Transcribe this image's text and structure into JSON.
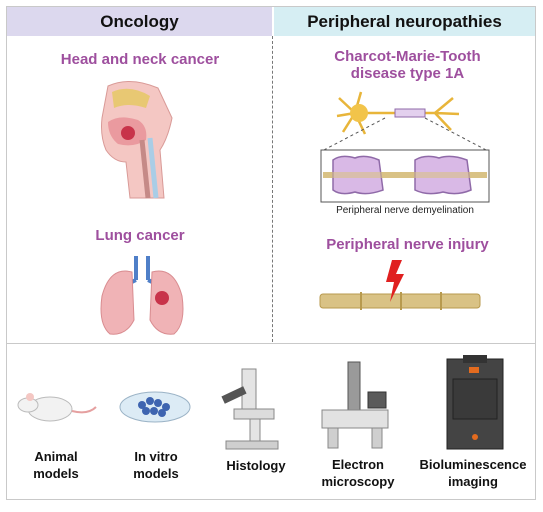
{
  "headers": {
    "oncology": "Oncology",
    "neuropathies": "Peripheral neuropathies"
  },
  "oncology": {
    "head_neck": "Head and neck cancer",
    "lung": "Lung cancer"
  },
  "neuropathies": {
    "cmt_line1": "Charcot-Marie-Tooth",
    "cmt_line2": "disease type 1A",
    "demyelination_caption": "Peripheral nerve demyelination",
    "nerve_injury": "Peripheral nerve injury"
  },
  "tools": [
    {
      "line1": "Animal",
      "line2": "models",
      "icon": "mouse-icon"
    },
    {
      "line1": "In vitro",
      "line2": "models",
      "icon": "petri-dish-icon"
    },
    {
      "line1": "Histology",
      "line2": "",
      "icon": "microscope-icon"
    },
    {
      "line1": "Electron",
      "line2": "microscopy",
      "icon": "electron-microscope-icon"
    },
    {
      "line1": "Bioluminescence",
      "line2": "imaging",
      "icon": "imaging-system-icon"
    }
  ],
  "colors": {
    "oncology_header": "#dcd8ee",
    "neuropathies_header": "#d6eef3",
    "title_purple": "#9e4f9e",
    "tissue_pink": "#f0b3b6",
    "tumor_red": "#c8334a",
    "nerve_tan": "#d9c285",
    "myelin_purple": "#d9b9e6",
    "injury_red": "#e02020"
  }
}
